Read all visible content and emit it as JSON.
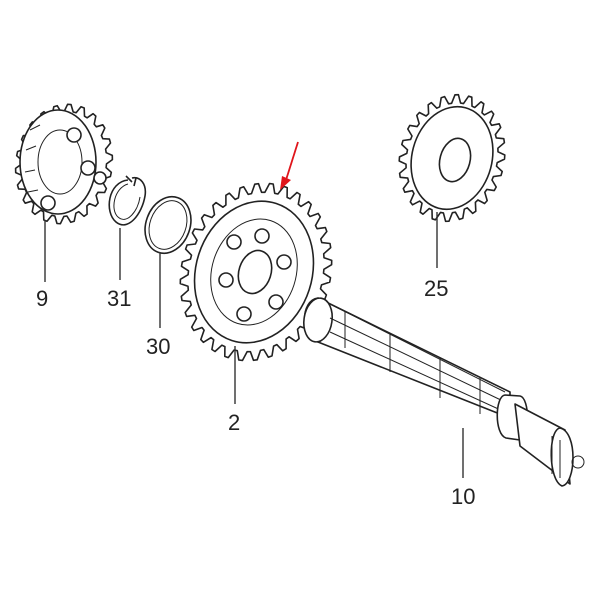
{
  "parts": [
    {
      "id": "9",
      "label": "9",
      "name": "gear-9"
    },
    {
      "id": "31",
      "label": "31",
      "name": "circlip-31"
    },
    {
      "id": "30",
      "label": "30",
      "name": "washer-30"
    },
    {
      "id": "2",
      "label": "2",
      "name": "gear-2"
    },
    {
      "id": "25",
      "label": "25",
      "name": "gear-25"
    },
    {
      "id": "10",
      "label": "10",
      "name": "shaft-10"
    }
  ],
  "highlight": {
    "target_part": "2",
    "arrow_color": "#e0151b"
  },
  "colors": {
    "line": "#222222",
    "background": "#ffffff"
  }
}
